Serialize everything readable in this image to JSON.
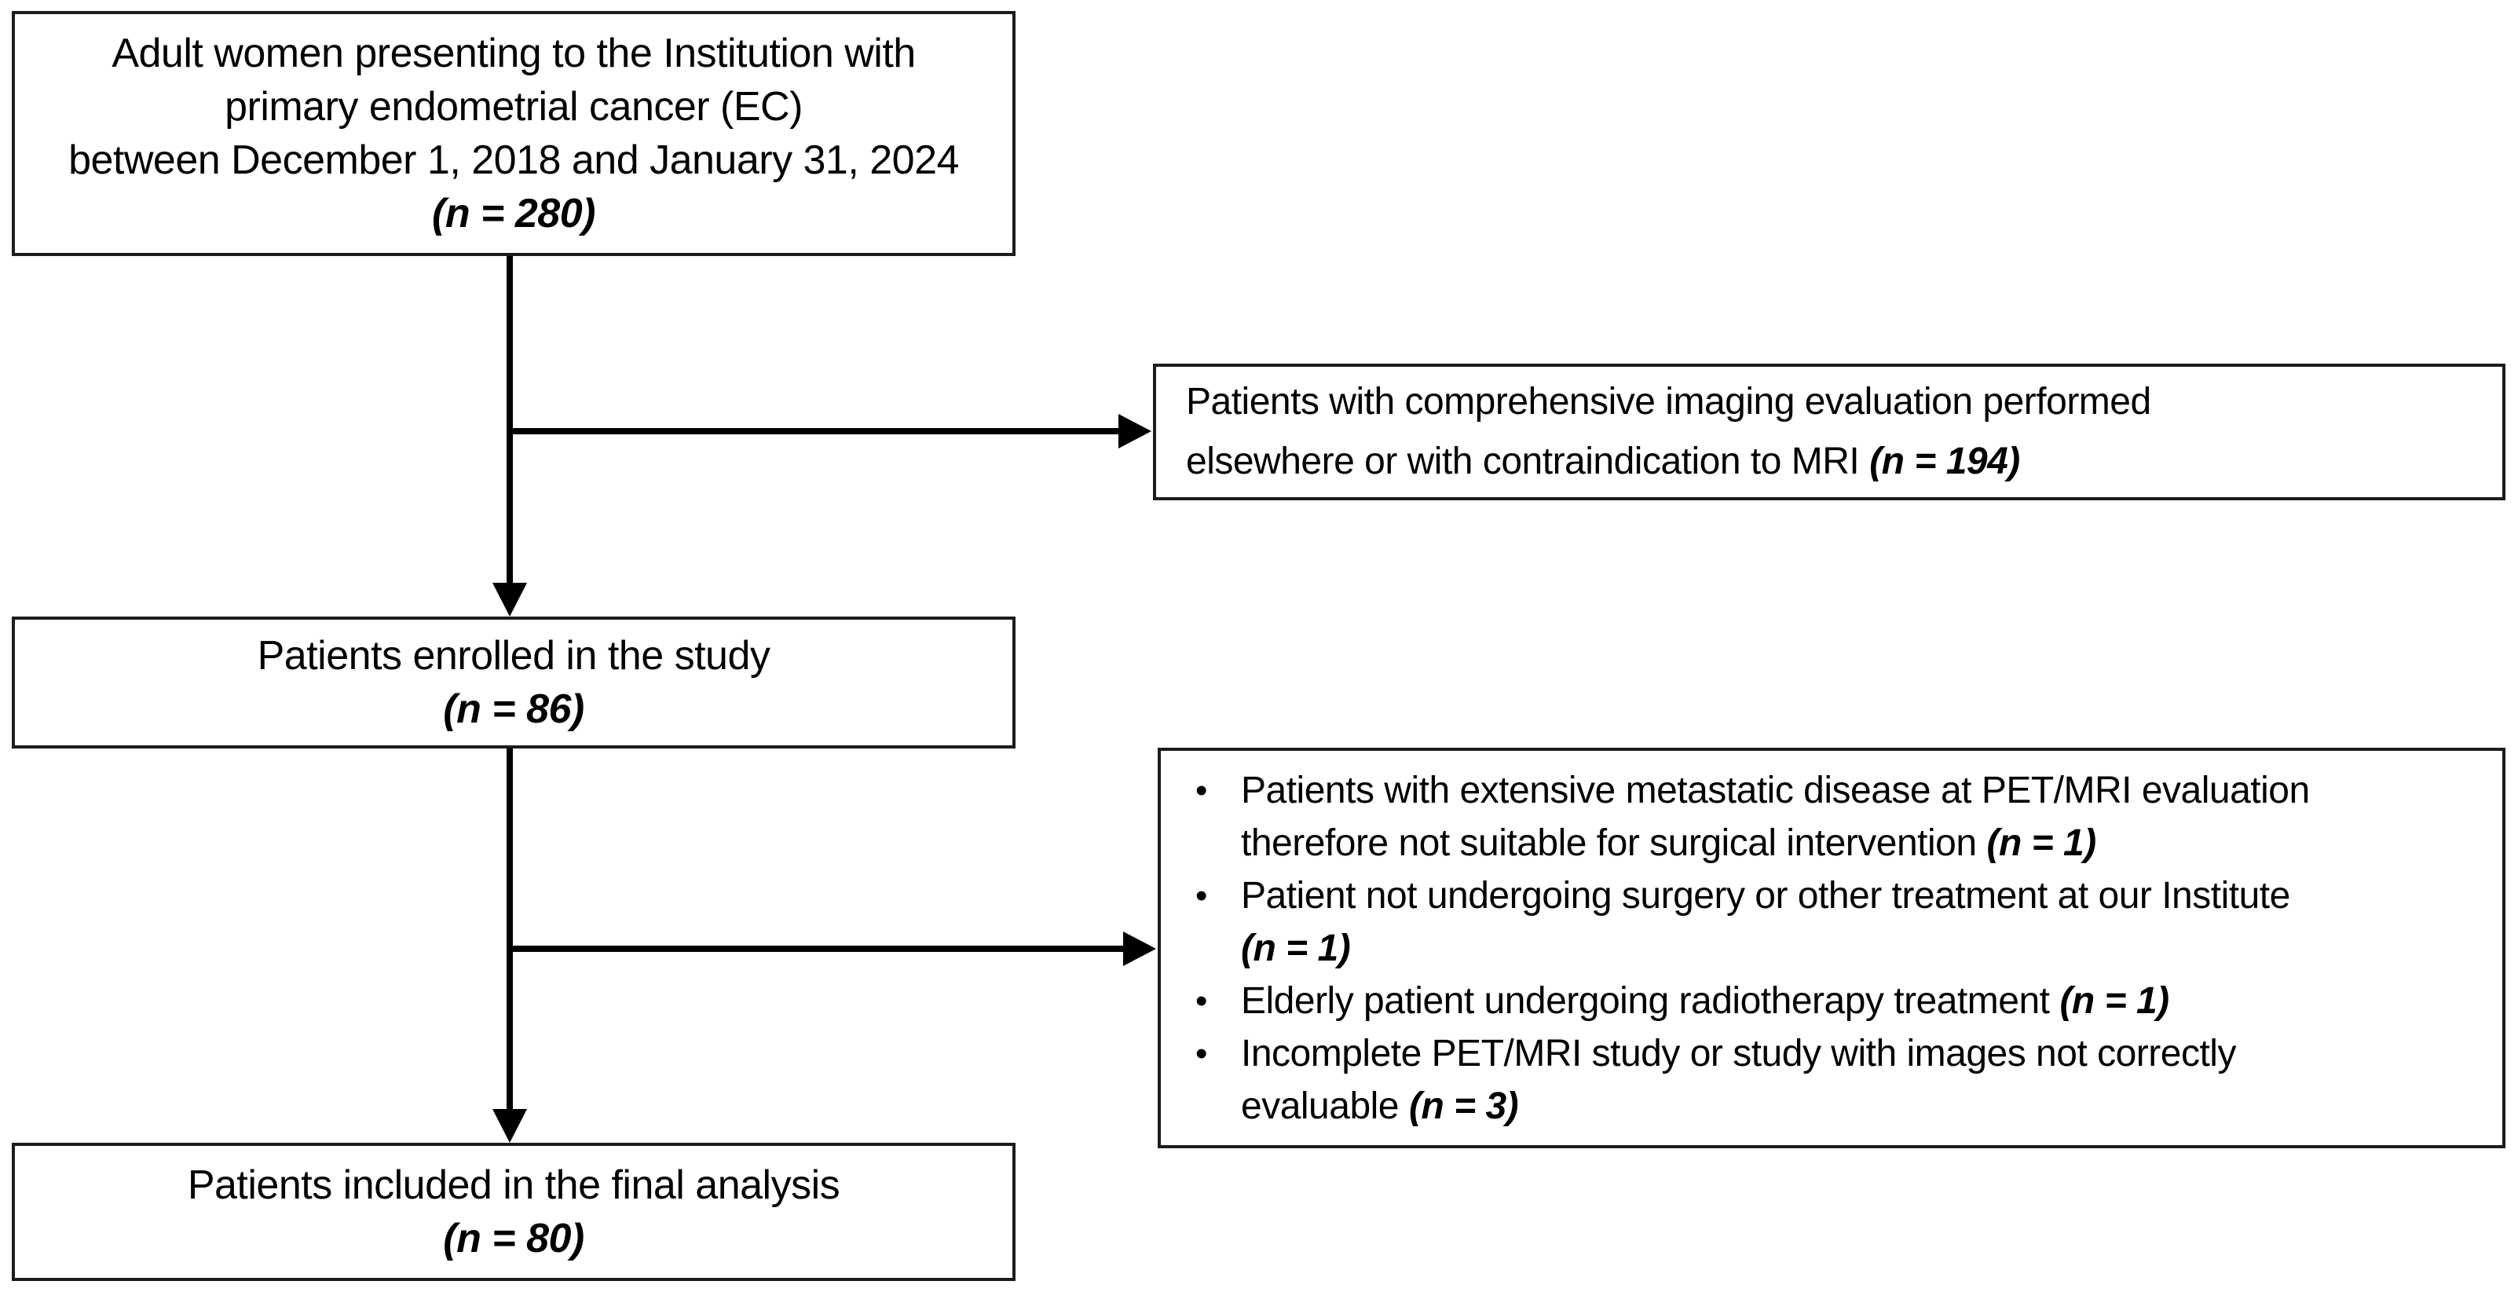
{
  "figure": {
    "kind": "patient-flow-diagram",
    "bullet_char": "•"
  },
  "colors": {
    "background": "#ffffff",
    "box_fill": "#ffffff",
    "box_border": "#1c1c1c",
    "arrow": "#000000",
    "text": "#000000"
  },
  "boxes": {
    "population": {
      "lines": [
        "Adult women presenting to the Institution with",
        "primary endometrial cancer (EC)",
        "between December 1, 2018 and January 31, 2024"
      ],
      "n": "(n = 280)"
    },
    "excluded_imaging": {
      "lines": [
        "Patients with comprehensive imaging evaluation performed",
        "elsewhere or with contraindication to MRI"
      ],
      "n": "(n = 194)"
    },
    "enrolled": {
      "lines": [
        "Patients enrolled in the study"
      ],
      "n": "(n = 86)"
    },
    "excluded_other": {
      "items": [
        {
          "lines": [
            "Patients with extensive metastatic disease at PET/MRI evaluation",
            "therefore not suitable for surgical intervention"
          ],
          "n": "(n = 1)"
        },
        {
          "lines": [
            "Patient not undergoing surgery or other treatment at our Institute"
          ],
          "n": "(n = 1)"
        },
        {
          "lines": [
            "Elderly patient undergoing radiotherapy treatment"
          ],
          "n": "(n = 1)"
        },
        {
          "lines": [
            "Incomplete PET/MRI study or study with images not correctly",
            "evaluable"
          ],
          "n": "(n = 3)"
        }
      ]
    },
    "final": {
      "lines": [
        "Patients included in the final analysis"
      ],
      "n": "(n = 80)"
    }
  }
}
